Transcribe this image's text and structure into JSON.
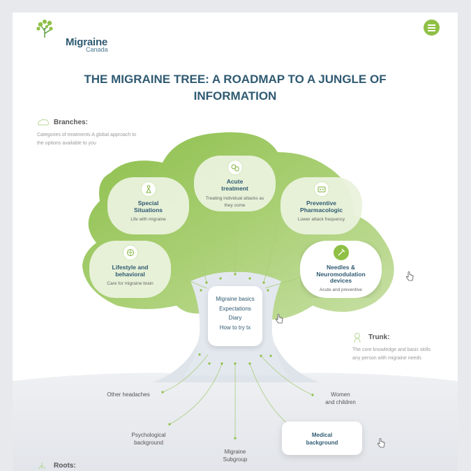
{
  "header": {
    "logo_name": "Migraine",
    "logo_sub": "Canada",
    "menu_icon": "hamburger-icon",
    "brand_color": "#8fc045",
    "text_color": "#2f5a72"
  },
  "title": {
    "line1": "THE MIGRAINE TREE: A ROADMAP TO A JUNGLE OF",
    "line2": "INFORMATION"
  },
  "branches": {
    "heading": "Branches:",
    "desc1": "Categories of treatments A global approach to",
    "desc2": "the options available to you",
    "icon": "branches-icon"
  },
  "cards": {
    "acute": {
      "title1": "Acute",
      "title2": "treatment",
      "sub1": "Treating individual attacks as",
      "sub2": "they come",
      "icon": "pills-icon"
    },
    "special": {
      "title1": "Special",
      "title2": "Situations",
      "sub1": "Life with migraine",
      "icon": "pregnant-person-icon"
    },
    "preventive": {
      "title1": "Preventive",
      "title2": "Pharmacologic",
      "sub1": "Lower attack frequency",
      "icon": "pill-pack-icon"
    },
    "lifestyle": {
      "title1": "Lifestyle and",
      "title2": "behavioral",
      "sub1": "Care for migraine brain",
      "icon": "brain-icon"
    },
    "needles": {
      "title1": "Needles &",
      "title2": "Neuromodulation",
      "title3": "devices",
      "sub1": "Acute and preventive",
      "icon": "syringe-icon"
    }
  },
  "trunk_card": {
    "items": [
      "Migraine basics",
      "Expectations",
      "Diary",
      "How to try tx"
    ]
  },
  "trunk": {
    "heading": "Trunk:",
    "desc1": "The core knowledge and basic skills",
    "desc2": "any person with migraine needs",
    "icon": "person-outline-icon"
  },
  "roots": {
    "heading": "Roots:",
    "icon": "roots-icon",
    "other": "Other headaches",
    "women1": "Women",
    "women2": "and children",
    "psych1": "Psychological",
    "psych2": "background",
    "subgroup1": "Migraine",
    "subgroup2": "Subgroup",
    "medical1": "Medical",
    "medical2": "background"
  }
}
